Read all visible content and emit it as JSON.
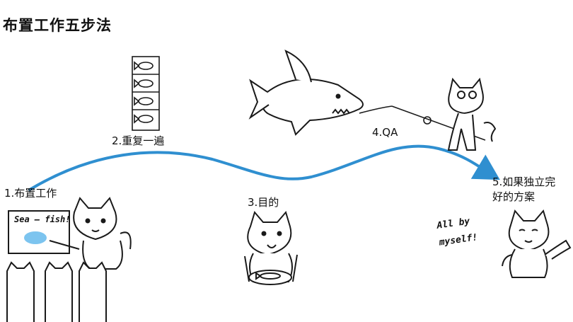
{
  "title": "布置工作五步法",
  "steps": [
    {
      "label": "1.布置工作"
    },
    {
      "label": "2.重复一遍"
    },
    {
      "label": "3.目的"
    },
    {
      "label": "4.QA"
    },
    {
      "label_line1": "5.如果独立完",
      "label_line2": "好的方案"
    }
  ],
  "whiteboard_text": "Sea — fish!",
  "speech_line1": "All by",
  "speech_line2": "myself!",
  "colors": {
    "curve": "#2f8fd0",
    "ink": "#1a1a1a",
    "board_blob": "#7cc4ef"
  },
  "icons": [
    "fish-box-icon",
    "shark-icon",
    "cat-icon",
    "fish-icon",
    "fishing-rod-icon",
    "whiteboard-icon"
  ]
}
